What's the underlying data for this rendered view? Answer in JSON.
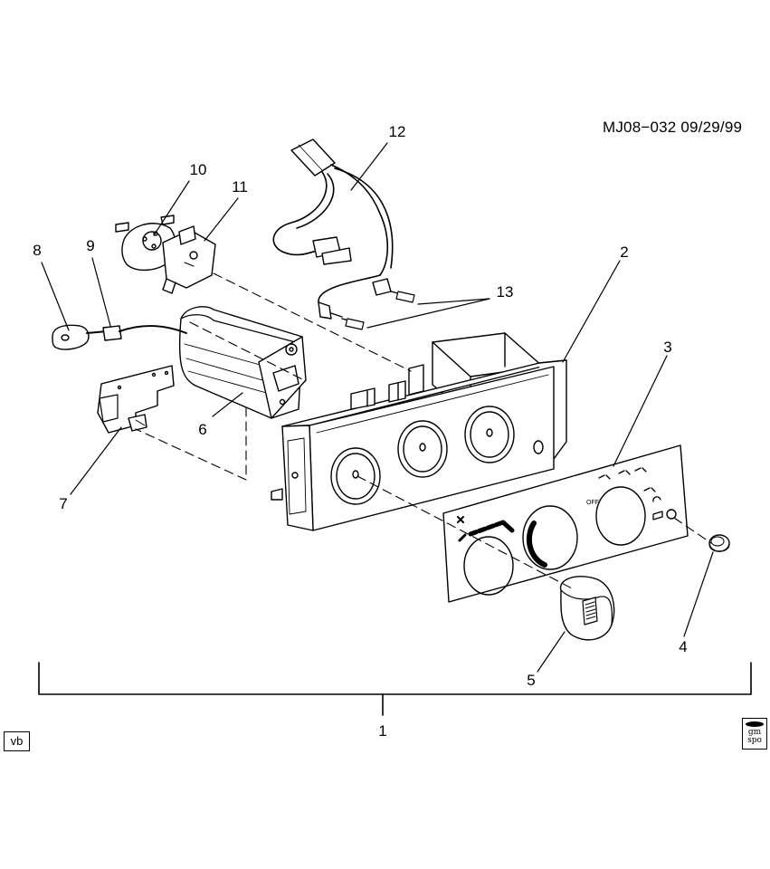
{
  "drawing_code": "MJ08−032  09/29/99",
  "stamp": "vb",
  "logo": {
    "line1": "gm",
    "line2": "spo"
  },
  "callouts": [
    "1",
    "2",
    "3",
    "4",
    "5",
    "6",
    "7",
    "8",
    "9",
    "10",
    "11",
    "12",
    "13"
  ],
  "panel_text": {
    "off": "OFF"
  }
}
